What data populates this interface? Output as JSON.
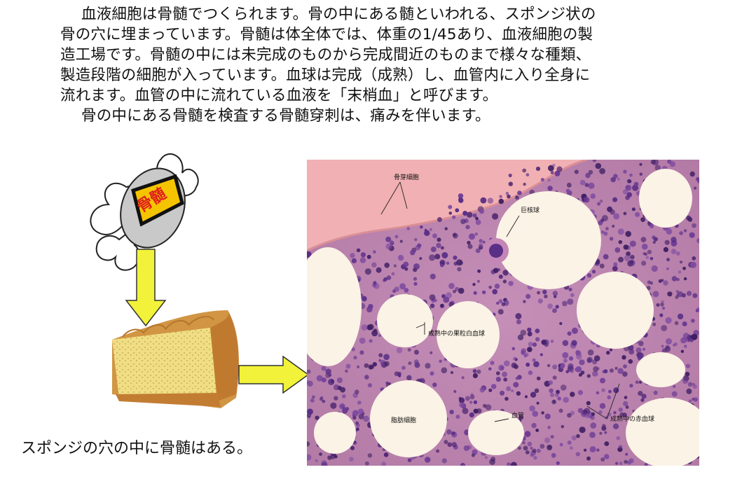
{
  "paragraph": {
    "lines": [
      "血液細胞は骨髄でつくられます。骨の中にある髄といわれる、スポンジ状の",
      "骨の穴に埋まっています。骨髄は体全体では、体重の1/45あり、血液細胞の製",
      "造工場です。骨髄の中には未完成のものから完成間近のものまで様々な種類、",
      "製造段階の細胞が入っています。血球は完成（成熟）し、血管内に入り全身に",
      "流れます。血管の中に流れている血液を「末梢血」と呼びます。",
      "骨の中にある骨髄を検査する骨髄穿刺は、痛みを伴います。"
    ]
  },
  "bone_label": "骨髄",
  "caption": "スポンジの穴の中に骨髄はある。",
  "micrograph": {
    "labels": {
      "osteoblast": "骨芽細胞",
      "megakaryocyte": "巨核球",
      "granulocyte": "成熟中の果粒白血球",
      "fat_cell": "脂肪細胞",
      "vessel": "血管",
      "erythrocyte": "成熟中の赤血球"
    }
  },
  "colors": {
    "arrow_fill": "#f2f23a",
    "bone_band": "#f5c400",
    "bone_label": "#e0201c",
    "tissue_bg": "#c99bbd",
    "cell": "#5a2f86",
    "fat": "#fbf3e6",
    "bone_tissue": "#f4b3b5"
  }
}
